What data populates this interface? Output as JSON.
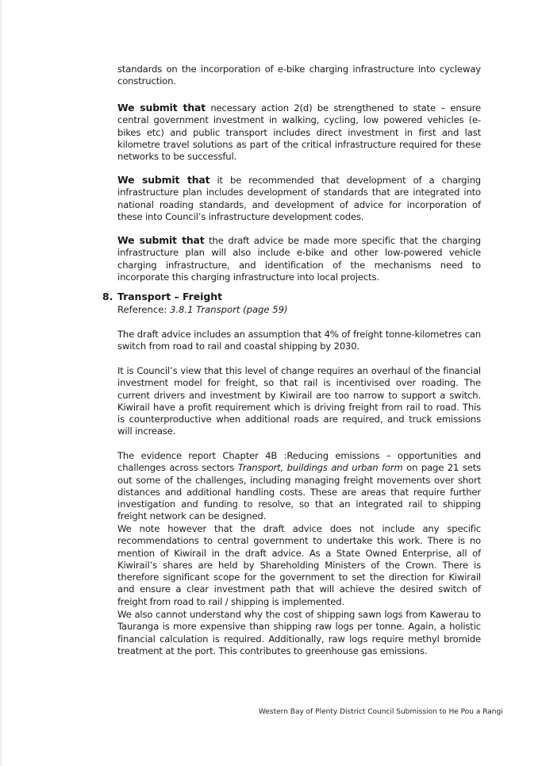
{
  "paragraphs": {
    "p1": "standards on the incorporation of e-bike charging infrastructure into cycleway construction.",
    "p2_bold": "We submit that",
    "p2": " necessary action 2(d) be strengthened to state – ensure central government investment in walking, cycling, low powered vehicles (e-bikes etc) and public transport includes direct investment in first and last kilometre travel solutions as part of the critical infrastructure required for these networks to be successful.",
    "p3_bold": "We submit that",
    "p3": " it be recommended that development of a charging infrastructure plan includes development of standards that are integrated into national roading standards, and development of advice for incorporation of these into Council’s infrastructure development codes.",
    "p4_bold": "We submit that",
    "p4": "  the draft advice be made more specific that the charging infrastructure plan will also include e-bike and other low-powered vehicle charging infrastructure, and identification of the mechanisms need to incorporate this charging infrastructure into local projects."
  },
  "section": {
    "number": "8.",
    "title": "Transport – Freight",
    "reference_label": "Reference: ",
    "reference_value": "3.8.1 Transport (page 59)"
  },
  "body": {
    "p5": "The draft advice includes an assumption that 4% of freight tonne-kilometres can switch from road to rail and coastal shipping by 2030.",
    "p6": "It is Council’s view that this level of change requires an overhaul of the financial investment model for freight, so that rail is incentivised over roading.  The current drivers and investment by Kiwirail are too narrow to support a switch. Kiwirail have a profit requirement which is driving freight from rail to road.  This is counterproductive when additional roads are required, and truck emissions will increase.",
    "p7_a": "The evidence report Chapter 4B :Reducing emissions – opportunities and challenges across sectors ",
    "p7_italic": "Transport, buildings and urban form",
    "p7_b": " on page 21 sets out some of the challenges, including managing freight movements over short distances and additional handling costs.  These are areas that require further investigation and funding to resolve, so that an integrated rail to shipping freight network can be designed.",
    "p8": "We note however that the draft advice does not include any specific recommendations to central government to undertake this work. There is no mention of Kiwirail in the draft advice. As a State Owned Enterprise, all of Kiwirail’s shares are held by Shareholding Ministers of the Crown. There is therefore significant scope for the government to set the direction for Kiwirail and ensure a clear investment path that will achieve the desired switch of freight from road to rail / shipping is implemented.",
    "p9": "We also cannot understand why the cost of shipping sawn logs from Kawerau to Tauranga is more expensive than shipping raw logs per tonne. Again, a holistic financial calculation is required.  Additionally, raw logs require methyl bromide treatment at the port. This contributes to greenhouse gas emissions."
  },
  "footer": "Western Bay of Plenty District Council Submission to He Pou a Rangi"
}
